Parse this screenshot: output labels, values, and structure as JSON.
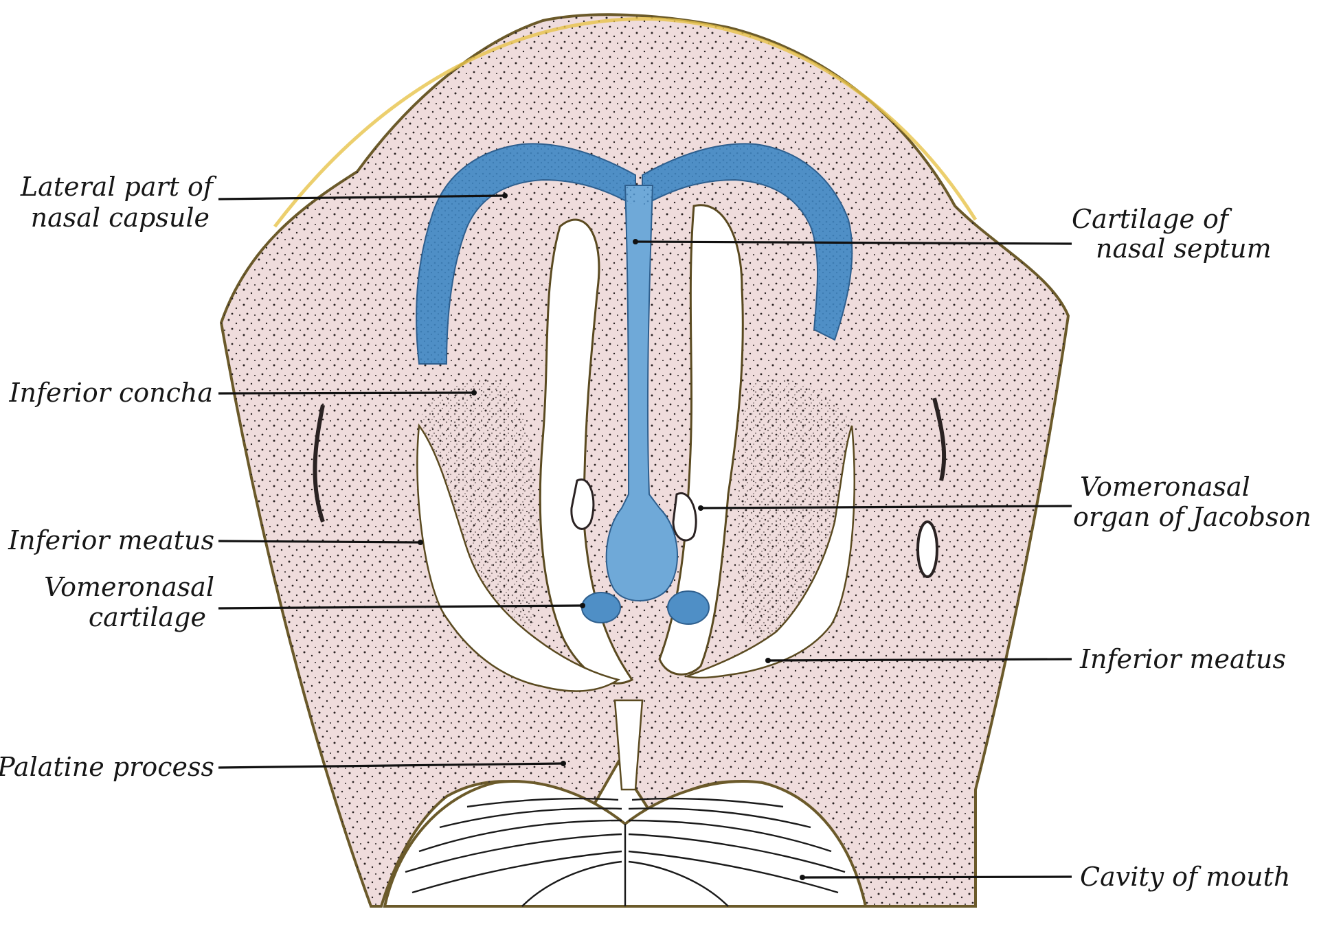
{
  "labels": {
    "lateral_part_line1": "Lateral part of",
    "lateral_part_line2": "nasal capsule",
    "cartilage_septum_line1": "Cartilage of",
    "cartilage_septum_line2": "nasal septum",
    "inferior_concha": "Inferior concha",
    "vomeronasal_organ_line1": "Vomeronasal",
    "vomeronasal_organ_line2": "organ of Jacobson",
    "inferior_meatus_left": "Inferior meatus",
    "vomeronasal_cartilage_line1": "Vomeronasal",
    "vomeronasal_cartilage_line2": "cartilage",
    "inferior_meatus_right": "Inferior meatus",
    "palatine_process": "Palatine process",
    "cavity_of_mouth": "Cavity of mouth"
  },
  "colors": {
    "tissue": "#efdcdc",
    "cartilage": "#4f8fc6",
    "cartilage_light": "#6fa9d8",
    "outline": "#6b5a2a",
    "edge_gold": "#e7c34a",
    "cavity": "#ffffff"
  }
}
